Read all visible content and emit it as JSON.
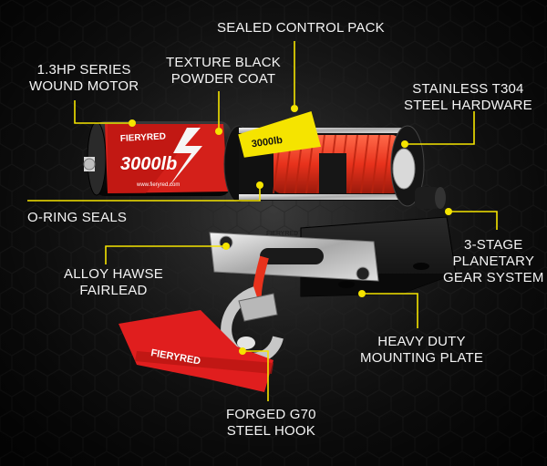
{
  "labels": {
    "sealed_control_pack": "SEALED CONTROL PACK",
    "motor": [
      "1.3HP SERIES",
      "WOUND MOTOR"
    ],
    "powder_coat": [
      "TEXTURE BLACK",
      "POWDER COAT"
    ],
    "hardware": [
      "STAINLESS T304",
      "STEEL HARDWARE"
    ],
    "oring": "O-RING SEALS",
    "gear": [
      "3-STAGE",
      "PLANETARY",
      "GEAR SYSTEM"
    ],
    "fairlead": [
      "ALLOY HAWSE",
      "FAIRLEAD"
    ],
    "mounting": [
      "HEAVY DUTY",
      "MOUNTING PLATE"
    ],
    "hook": [
      "FORGED G70",
      "STEEL HOOK"
    ]
  },
  "product": {
    "brand": "FIERYRED",
    "capacity": "3000lb",
    "website": "www.fieryred.com",
    "strap_brand": "FIERYRED"
  },
  "colors": {
    "accent_yellow": "#f5e400",
    "rope_red": "#e8321c",
    "strap_red": "#e01e1e",
    "metal": "#c9c9c9",
    "body_black": "#1a1a1a"
  }
}
